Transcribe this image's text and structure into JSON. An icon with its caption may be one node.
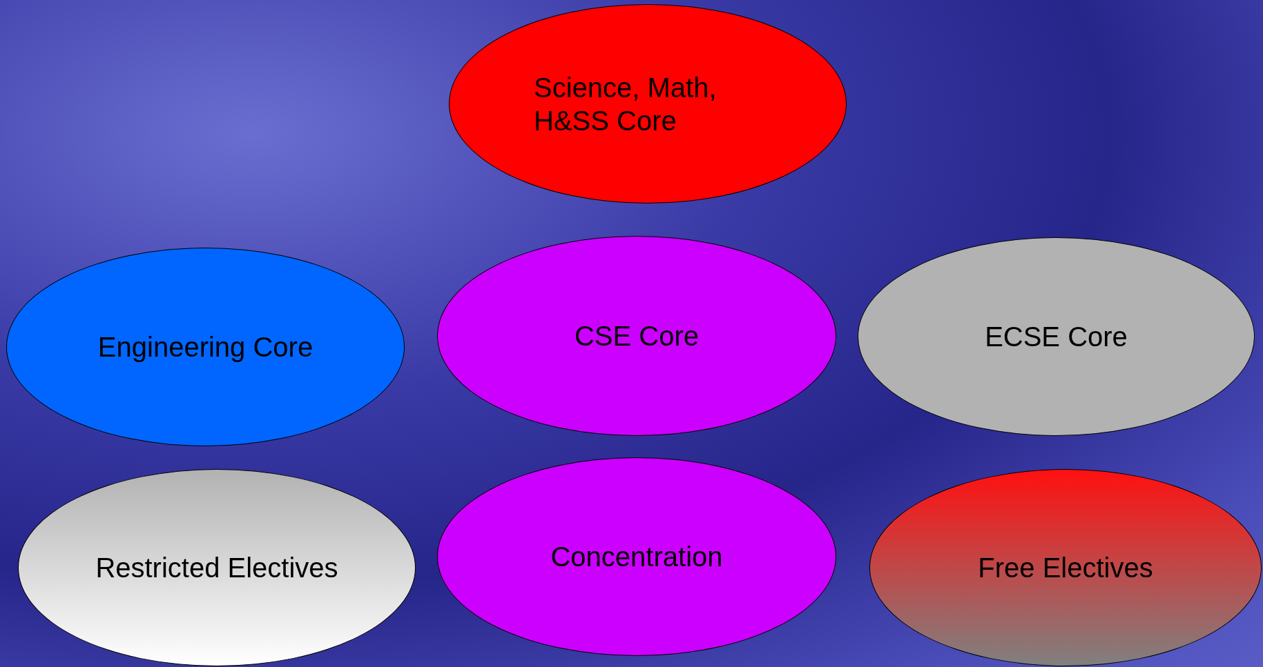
{
  "diagram": {
    "nodes": [
      {
        "text": [
          "Science, Math, H&SS Core"
        ]
      },
      {
        "text": [
          "Engineering Core"
        ]
      },
      {
        "text": [
          "CSE Core"
        ]
      },
      {
        "text": [
          "ECSE Core"
        ]
      },
      {
        "text": [
          "Restricted Electives"
        ]
      },
      {
        "text": [
          "Concentration"
        ]
      },
      {
        "text": [
          "Free Electives"
        ]
      }
    ]
  }
}
